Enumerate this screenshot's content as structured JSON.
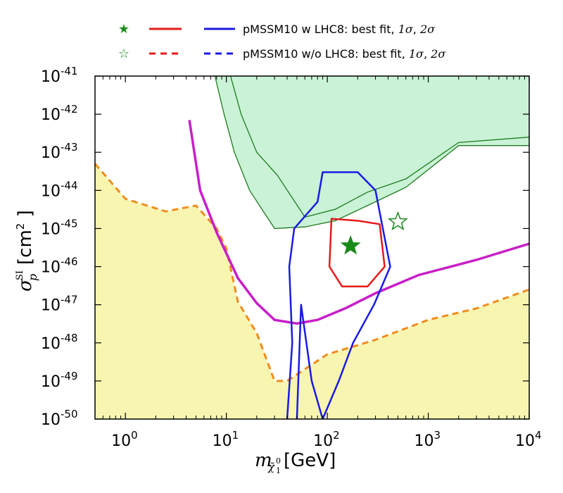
{
  "legend": {
    "row1": {
      "label": "pMSSM10 w LHC8: best fit, ",
      "s1": "1σ",
      "sep": ", ",
      "s2": "2σ"
    },
    "row2": {
      "label": "pMSSM10 w/o LHC8: best fit, ",
      "s1": "1σ",
      "sep": ", ",
      "s2": "2σ"
    }
  },
  "axes": {
    "xlabel_unit": "[GeV]",
    "ylabel_unit": "[cm",
    "ylabel_unit_sup": "2",
    "ylabel_unit_close": " ]",
    "x_ticks": [
      {
        "base": "10",
        "exp": "0"
      },
      {
        "base": "10",
        "exp": "1"
      },
      {
        "base": "10",
        "exp": "2"
      },
      {
        "base": "10",
        "exp": "3"
      },
      {
        "base": "10",
        "exp": "4"
      }
    ],
    "y_ticks": [
      {
        "base": "10",
        "exp": "-50"
      },
      {
        "base": "10",
        "exp": "-49"
      },
      {
        "base": "10",
        "exp": "-48"
      },
      {
        "base": "10",
        "exp": "-47"
      },
      {
        "base": "10",
        "exp": "-46"
      },
      {
        "base": "10",
        "exp": "-45"
      },
      {
        "base": "10",
        "exp": "-44"
      },
      {
        "base": "10",
        "exp": "-43"
      },
      {
        "base": "10",
        "exp": "-42"
      },
      {
        "base": "10",
        "exp": "-41"
      }
    ]
  },
  "colors": {
    "excluded_fill": "#c9f2d6",
    "excluded_edge": "#1e7a1e",
    "neutrino_fill": "#f7f5b0",
    "neutrino_edge": "#f08c1e",
    "lz_line": "#c81ec8",
    "w_lhc8": "#1a1ae6",
    "w_lhc8_1sigma": "#e61a1a",
    "best_fit": "#1a8a1a"
  },
  "chart_data": {
    "type": "scatter",
    "xscale": "log",
    "yscale": "log",
    "xlim": [
      0.5,
      10000
    ],
    "ylim": [
      1e-50,
      1e-41
    ],
    "grid": false,
    "legend_position": "top",
    "best_fit_w_lhc8": {
      "x": 170,
      "y": 3.5e-46,
      "marker": "filled-star"
    },
    "best_fit_wo_lhc8": {
      "x": 500,
      "y": 1.5e-45,
      "marker": "open-star"
    },
    "excluded_region": {
      "lower_edge": [
        [
          7.7,
          1e-41
        ],
        [
          9.5,
          1e-42
        ],
        [
          12,
          1e-43
        ],
        [
          17,
          1e-44
        ],
        [
          30,
          1e-45
        ],
        [
          60,
          1.1e-45
        ],
        [
          120,
          1.6e-45
        ],
        [
          250,
          4e-45
        ],
        [
          600,
          1.2e-44
        ],
        [
          2000,
          1.5e-43
        ],
        [
          10000,
          1.5e-43
        ]
      ],
      "upper_edge": [
        [
          11,
          1e-41
        ],
        [
          14,
          1e-42
        ],
        [
          20,
          1e-43
        ],
        [
          32,
          2.5e-44
        ],
        [
          60,
          2e-45
        ],
        [
          120,
          3.2e-45
        ],
        [
          250,
          9e-45
        ],
        [
          600,
          2e-44
        ],
        [
          2000,
          1.8e-43
        ],
        [
          10000,
          2.5e-43
        ]
      ]
    },
    "lz_projection": [
      [
        4.3,
        7e-43
      ],
      [
        5.5,
        1e-44
      ],
      [
        8,
        8e-46
      ],
      [
        13,
        5e-47
      ],
      [
        20,
        1.1e-47
      ],
      [
        30,
        4e-48
      ],
      [
        50,
        3.2e-48
      ],
      [
        80,
        4e-48
      ],
      [
        150,
        8e-48
      ],
      [
        300,
        2e-47
      ],
      [
        800,
        6e-47
      ],
      [
        3000,
        1.5e-46
      ],
      [
        10000,
        4e-46
      ]
    ],
    "neutrino_floor": [
      [
        0.5,
        5e-44
      ],
      [
        1,
        6e-45
      ],
      [
        2.5,
        2.8e-45
      ],
      [
        5,
        4e-45
      ],
      [
        8,
        1e-45
      ],
      [
        10,
        3e-46
      ],
      [
        13,
        1.2e-47
      ],
      [
        20,
        1.8e-48
      ],
      [
        30,
        1e-49
      ],
      [
        40,
        1e-49
      ],
      [
        100,
        5e-49
      ],
      [
        300,
        1.2e-48
      ],
      [
        1000,
        4e-48
      ],
      [
        3000,
        8e-48
      ],
      [
        10000,
        2.5e-47
      ]
    ],
    "sigma1_w_lhc8": [
      [
        110,
        1.8e-45
      ],
      [
        200,
        1.6e-45
      ],
      [
        330,
        1.3e-45
      ],
      [
        370,
        1e-46
      ],
      [
        250,
        3e-47
      ],
      [
        140,
        3e-47
      ],
      [
        105,
        1e-46
      ],
      [
        110,
        1.8e-45
      ]
    ],
    "sigma2_w_lhc8": [
      [
        40,
        1e-50
      ],
      [
        45,
        1e-48
      ],
      [
        42,
        1e-46
      ],
      [
        47,
        1e-45
      ],
      [
        80,
        5e-45
      ],
      [
        90,
        3e-44
      ],
      [
        200,
        3e-44
      ],
      [
        300,
        1e-44
      ],
      [
        420,
        1e-46
      ],
      [
        290,
        1e-47
      ],
      [
        180,
        1e-48
      ],
      [
        130,
        1e-49
      ],
      [
        90,
        1e-50
      ],
      [
        70,
        1e-49
      ],
      [
        55,
        1e-47
      ],
      [
        50,
        1e-50
      ]
    ]
  }
}
